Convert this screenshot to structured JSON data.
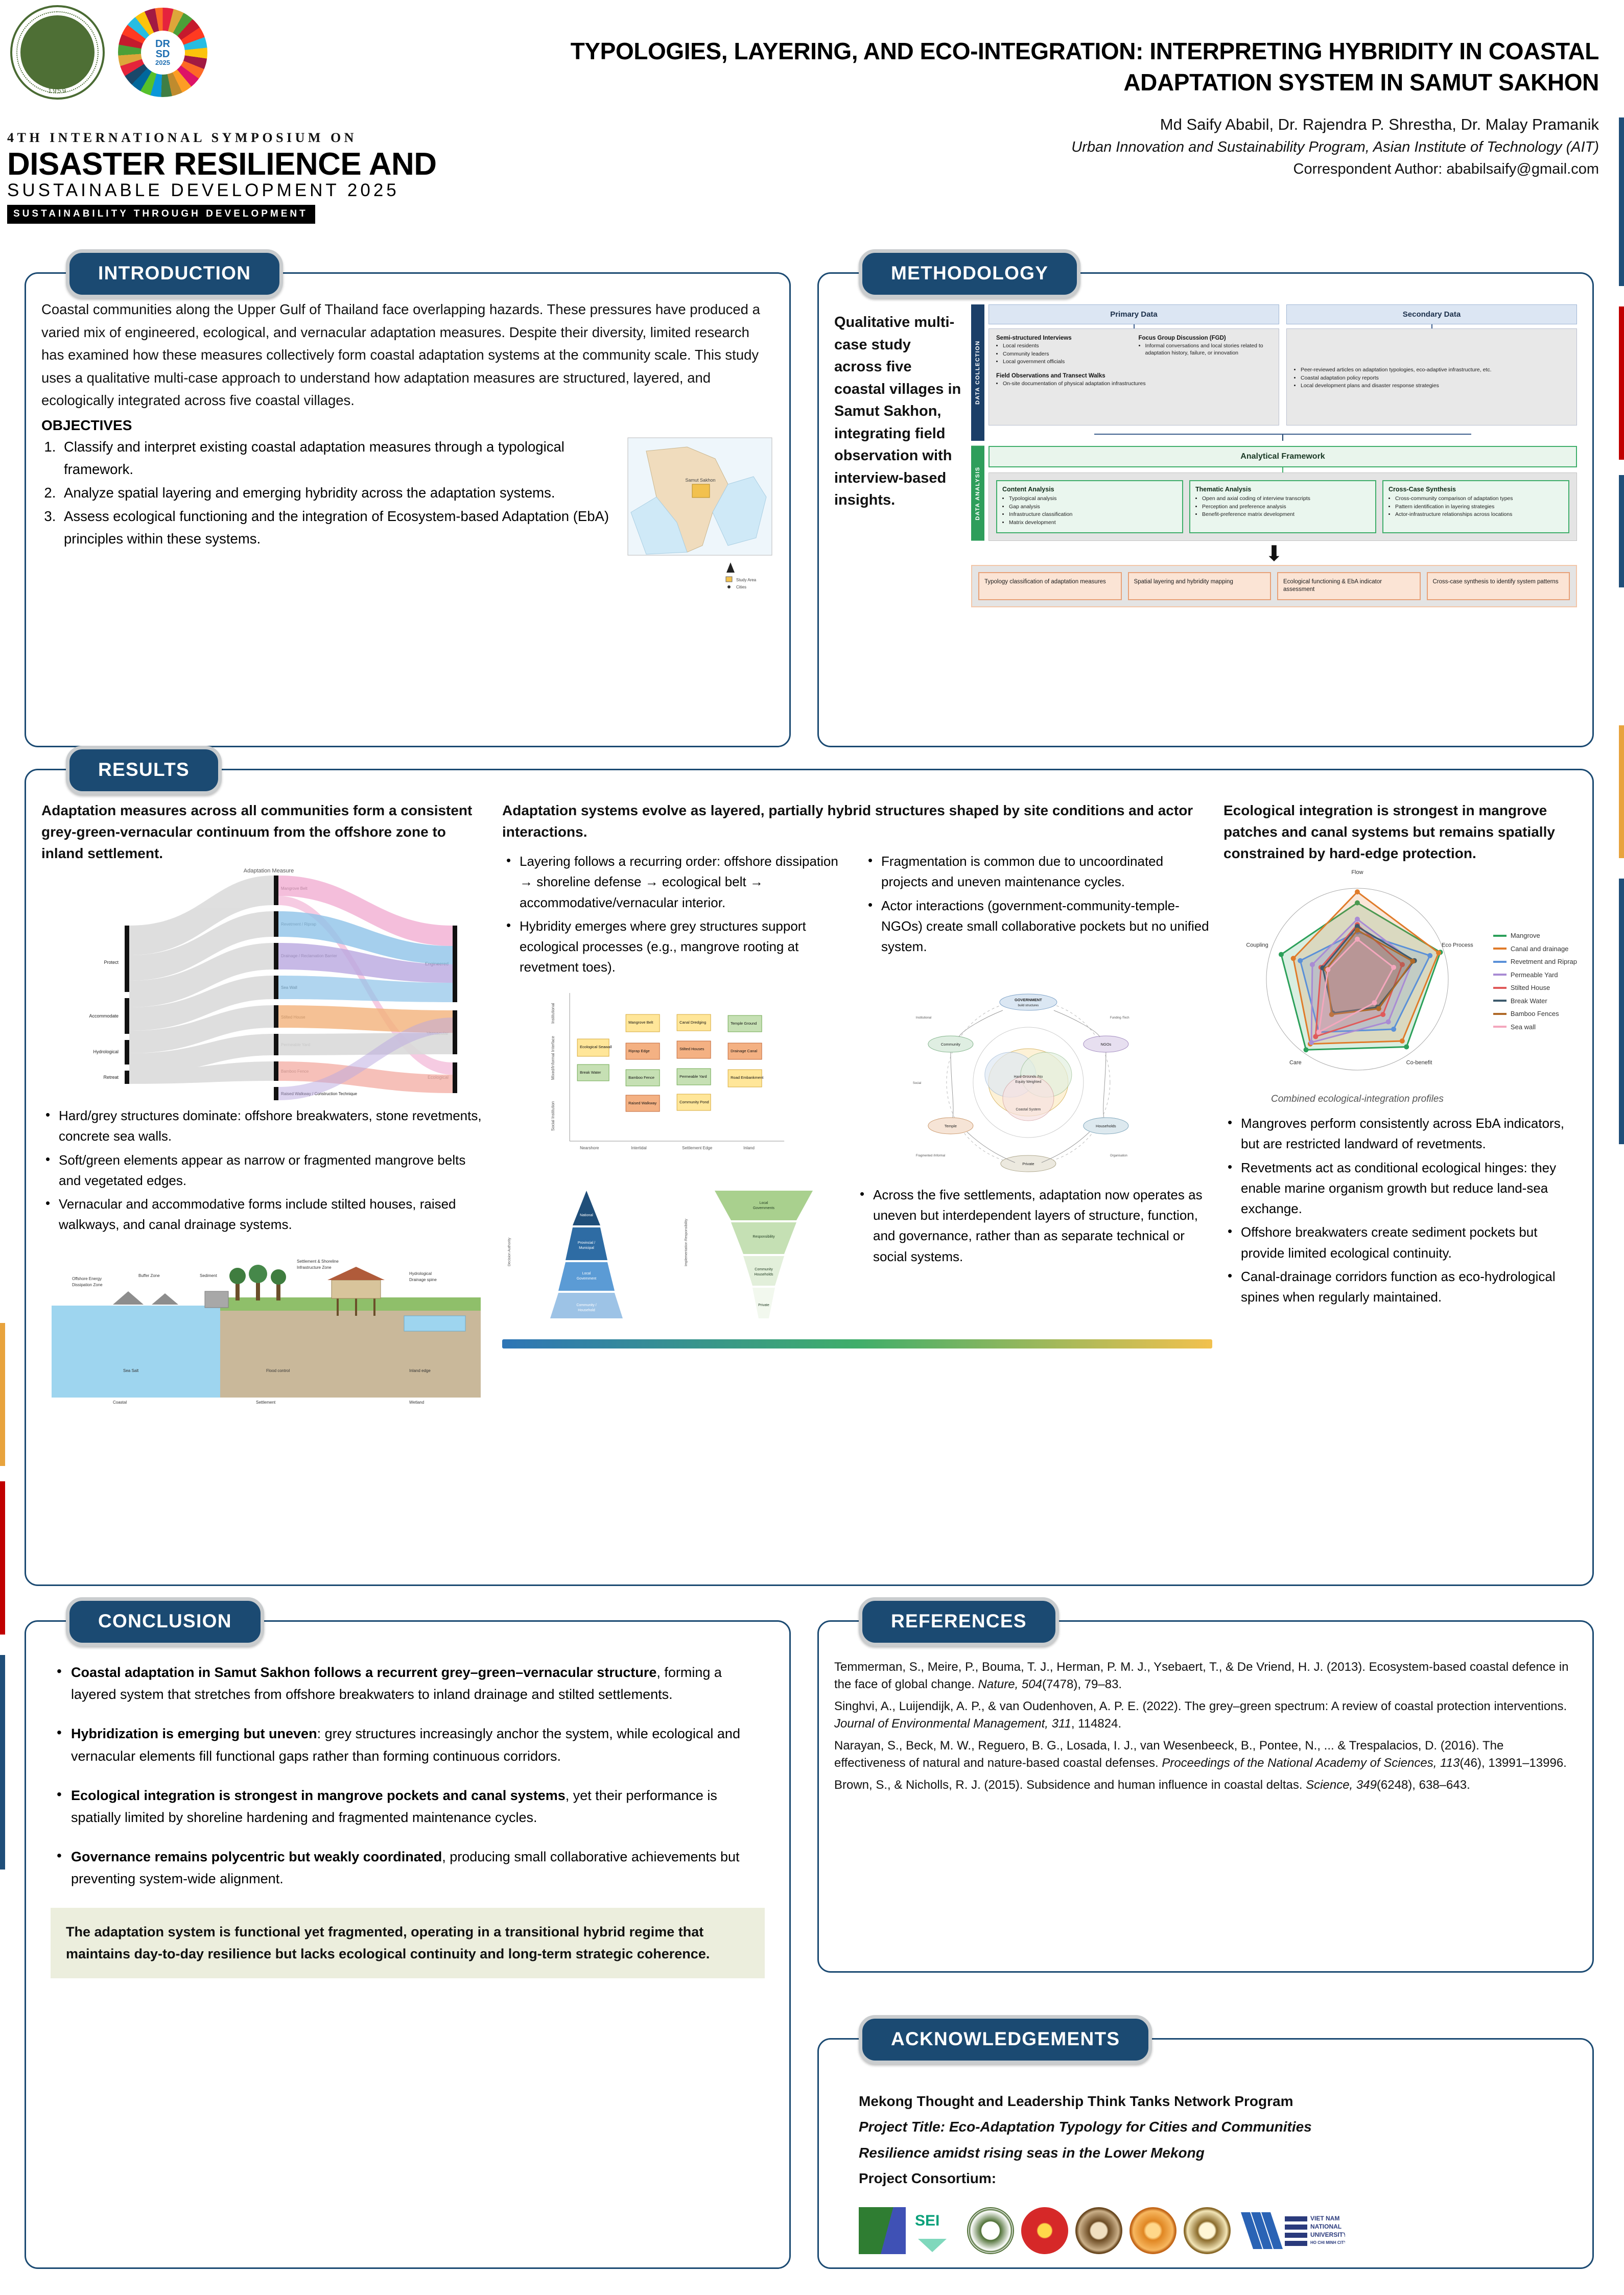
{
  "conference": {
    "line1": "4TH INTERNATIONAL SYMPOSIUM ON",
    "line2": "DISASTER RESILIENCE AND",
    "line3": "SUSTAINABLE DEVELOPMENT 2025",
    "tagline": "SUSTAINABILITY THROUGH DEVELOPMENT",
    "sdg_logo_line1": "DR",
    "sdg_logo_line2": "SD",
    "sdg_logo_year": "2025",
    "ait_logo_year": "1959"
  },
  "header": {
    "title": "TYPOLOGIES, LAYERING, AND ECO-INTEGRATION: INTERPRETING HYBRIDITY IN COASTAL ADAPTATION SYSTEM IN SAMUT SAKHON",
    "authors": "Md Saify Ababil, Dr. Rajendra P. Shrestha, Dr. Malay Pramanik",
    "affiliation": "Urban Innovation and Sustainability Program, Asian Institute of Technology (AIT)",
    "correspondent": "Correspondent Author: ababilsaify@gmail.com"
  },
  "introduction": {
    "tab": "INTRODUCTION",
    "body": "Coastal communities along the Upper Gulf of Thailand face overlapping hazards. These pressures have produced a varied mix of engineered, ecological, and vernacular adaptation measures. Despite their diversity, limited research has examined how these measures collectively form coastal adaptation systems at the community scale. This study uses a qualitative multi-case approach to understand how adaptation measures are structured, layered, and ecologically integrated across five coastal villages.",
    "objectives_heading": "OBJECTIVES",
    "objectives": [
      "Classify and interpret existing coastal adaptation measures through a typological framework.",
      "Analyze spatial layering and emerging hybridity across the adaptation systems.",
      "Assess ecological functioning and the integration of Ecosystem-based Adaptation (EbA) principles within these systems."
    ]
  },
  "methodology": {
    "tab": "METHODOLOGY",
    "side_text": "Qualitative multi-case study across five coastal villages in Samut Sakhon, integrating field observation with interview-based insights.",
    "band1_label": "DATA COLLECTION",
    "band2_label": "DATA ANALYSIS",
    "primary_data_title": "Primary Data",
    "secondary_data_title": "Secondary Data",
    "primary_groups": [
      {
        "heading": "Semi-structured Interviews",
        "items": [
          "Local residents",
          "Community leaders",
          "Local government officials"
        ]
      },
      {
        "heading": "Focus Group Discussion (FGD)",
        "items": [
          "Informal conversations and local stories related to adaptation history, failure, or innovation"
        ]
      },
      {
        "heading": "Field Observations and Transect Walks",
        "items": [
          "On-site documentation of physical adaptation infrastructures"
        ]
      }
    ],
    "secondary_items": [
      "Peer-reviewed articles on adaptation typologies, eco-adaptive infrastructure, etc.",
      "Coastal adaptation policy reports",
      "Local development plans and disaster response strategies"
    ],
    "analytical_framework_title": "Analytical Framework",
    "analysis_cards": [
      {
        "heading": "Content Analysis",
        "items": [
          "Typological analysis",
          "Gap analysis",
          "Infrastructure classification",
          "Matrix development"
        ]
      },
      {
        "heading": "Thematic Analysis",
        "items": [
          "Open and axial coding of interview transcripts",
          "Perception and preference analysis",
          "Benefit-preference matrix development"
        ]
      },
      {
        "heading": "Cross-Case Synthesis",
        "items": [
          "Cross-community comparison of adaptation types",
          "Pattern identification in layering strategies",
          "Actor-infrastructure relationships across locations"
        ]
      }
    ],
    "outputs": [
      "Typology classification of adaptation measures",
      "Spatial layering and hybridity mapping",
      "Ecological functioning & EbA indicator assessment",
      "Cross-case synthesis to identify system patterns"
    ]
  },
  "results": {
    "tab": "RESULTS",
    "col1_lead": "Adaptation measures across all communities form a consistent grey-green-vernacular continuum from the offshore zone to inland settlement.",
    "col1_sankey_caption": "Adaptation Measure",
    "col1_bullets": [
      "Hard/grey structures dominate: offshore breakwaters, stone revetments, concrete sea walls.",
      "Soft/green elements appear as narrow or fragmented mangrove belts and vegetated edges.",
      "Vernacular and accommodative forms include stilted houses, raised walkways, and canal drainage systems."
    ],
    "col2_lead": "Adaptation systems evolve as layered, partially hybrid structures shaped by site conditions and actor interactions.",
    "col2_bullets_left": [
      "Layering follows a recurring order: offshore dissipation → shoreline defense → ecological belt → accommodative/vernacular interior.",
      "Hybridity emerges where grey structures support ecological processes (e.g., mangrove rooting at revetment toes)."
    ],
    "col2_bullets_right": [
      "Fragmentation is common due to uncoordinated projects and uneven maintenance cycles.",
      "Actor interactions (government-community-temple-NGOs) create small collaborative pockets but no unified system."
    ],
    "col2_bottom_bullet": "Across the five settlements, adaptation now operates as uneven but interdependent layers of structure, function, and governance, rather than as separate technical or social systems.",
    "col3_lead": "Ecological integration is strongest in mangrove patches and canal systems but remains spatially constrained by hard-edge protection.",
    "col3_bullets": [
      "Mangroves perform consistently across EbA indicators, but are restricted landward of revetments.",
      "Revetments act as conditional ecological hinges: they enable marine organism growth but reduce land-sea exchange.",
      "Offshore breakwaters create sediment pockets but provide limited ecological continuity.",
      "Canal-drainage corridors function as eco-hydrological spines when regularly maintained."
    ]
  },
  "chart_data": {
    "type": "radar",
    "title": "Combined ecological-integration profiles",
    "axes": [
      "Flow",
      "Eco Process",
      "Co-benefit",
      "Care",
      "Coupling"
    ],
    "range": [
      0,
      5
    ],
    "series": [
      {
        "name": "Mangrove",
        "color": "#2ca05a",
        "values": [
          4.2,
          4.8,
          4.6,
          4.8,
          4.4
        ]
      },
      {
        "name": "Canal and drainage",
        "color": "#e07b2a",
        "values": [
          4.8,
          4.7,
          4.2,
          4.4,
          3.7
        ]
      },
      {
        "name": "Revetment and Riprap",
        "color": "#5a90d8",
        "values": [
          2.6,
          4.2,
          3.4,
          3.6,
          3.3
        ]
      },
      {
        "name": "Permeable Yard",
        "color": "#a98bd4",
        "values": [
          3.3,
          3.2,
          2.9,
          4.3,
          2.6
        ]
      },
      {
        "name": "Stilted House",
        "color": "#e05a5a",
        "values": [
          3.0,
          2.6,
          2.4,
          3.9,
          2.1
        ]
      },
      {
        "name": "Break Water",
        "color": "#3d5a6c",
        "values": [
          2.9,
          3.3,
          1.9,
          2.3,
          2.0
        ]
      },
      {
        "name": "Bamboo Fences",
        "color": "#b06a28",
        "values": [
          2.7,
          3.2,
          2.0,
          2.4,
          1.8
        ]
      },
      {
        "name": "Sea wall",
        "color": "#f4a7bd",
        "values": [
          2.2,
          2.1,
          1.6,
          3.6,
          1.7
        ]
      }
    ],
    "legend_position": "right"
  },
  "conclusion": {
    "tab": "CONCLUSION",
    "bullets": [
      {
        "bold": "Coastal adaptation in Samut Sakhon follows a recurrent grey–green–vernacular structure",
        "rest": ", forming a layered system that stretches from offshore breakwaters to inland drainage and stilted settlements."
      },
      {
        "bold": "Hybridization is emerging but uneven",
        "rest": ": grey structures increasingly anchor the system, while ecological and vernacular elements fill functional gaps rather than forming continuous corridors."
      },
      {
        "bold": "Ecological integration is strongest in mangrove pockets and canal systems",
        "rest": ", yet their performance is spatially limited by shoreline hardening and fragmented maintenance cycles."
      },
      {
        "bold": "Governance remains polycentric but weakly coordinated",
        "rest": ", producing small collaborative achievements but preventing system-wide alignment."
      }
    ],
    "highlight": "The adaptation system is functional yet fragmented, operating in a transitional hybrid regime that maintains day-to-day resilience but lacks ecological continuity and long-term strategic coherence."
  },
  "references": {
    "tab": "REFERENCES",
    "items": [
      {
        "pre": "Temmerman, S., Meire, P., Bouma, T. J., Herman, P. M. J., Ysebaert, T., & De Vriend, H. J. (2013). Ecosystem-based coastal defence in the face of global change. ",
        "it": "Nature, 504",
        "post": "(7478), 79–83."
      },
      {
        "pre": "Singhvi, A., Luijendijk, A. P., & van Oudenhoven, A. P. E. (2022). The grey–green spectrum: A review of coastal protection interventions. ",
        "it": "Journal of Environmental Management, 311",
        "post": ", 114824."
      },
      {
        "pre": "Narayan, S., Beck, M. W., Reguero, B. G., Losada, I. J., van Wesenbeeck, B., Pontee, N., ... & Trespalacios, D. (2016). The effectiveness of natural and nature-based coastal defenses. ",
        "it": "Proceedings of the National Academy of Sciences, 113",
        "post": "(46), 13991–13996."
      },
      {
        "pre": "Brown, S., & Nicholls, R. J. (2015). Subsidence and human influence in coastal deltas. ",
        "it": "Science, 349",
        "post": "(6248), 638–643."
      }
    ]
  },
  "acknowledgements": {
    "tab": "ACKNOWLEDGEMENTS",
    "program": "Mekong Thought and Leadership Think Tanks Network Program",
    "project_title_line1": "Project Title: Eco-Adaptation Typology for Cities and Communities",
    "project_title_line2": "Resilience amidst rising seas in the Lower Mekong",
    "consortium_label": "Project Consortium:",
    "consortium_logos": [
      "sei-network-logo",
      "sei-logo",
      "laos-seal",
      "vietnam-seal",
      "cambodia-seal",
      "thailand-seal",
      "myanmar-seal",
      "vnu-hcm-logo"
    ]
  }
}
